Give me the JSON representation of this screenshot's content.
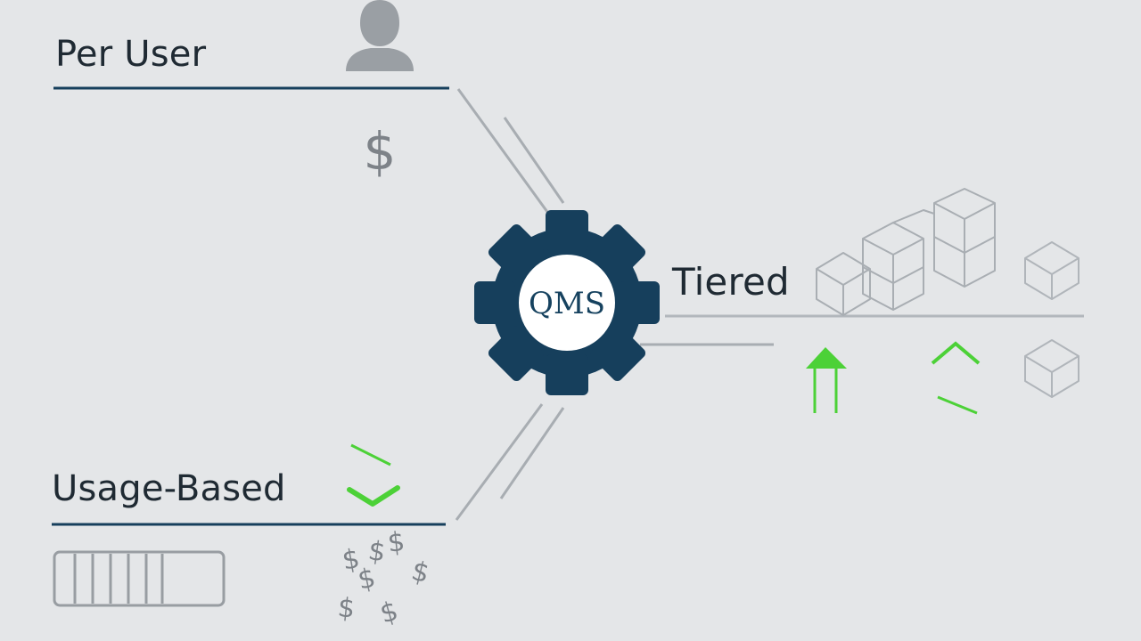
{
  "diagram": {
    "center": {
      "label": "QMS",
      "icon": "gear-icon"
    },
    "models": [
      {
        "id": "per-user",
        "label": "Per User",
        "icons": [
          "user-icon",
          "dollar-icon"
        ]
      },
      {
        "id": "usage-based",
        "label": "Usage-Based",
        "icons": [
          "check-icon",
          "meter-bar-icon",
          "dollar-scatter-icon"
        ]
      },
      {
        "id": "tiered",
        "label": "Tiered",
        "icons": [
          "stacked-cubes-icon",
          "cube-icon",
          "up-arrow-icon",
          "up-chevron-icon"
        ]
      }
    ]
  },
  "colors": {
    "background": "#e4e6e8",
    "accent_navy": "#163f5c",
    "accent_green": "#4cd137",
    "line_gray": "#a8adb2",
    "text": "#1f2a33"
  }
}
